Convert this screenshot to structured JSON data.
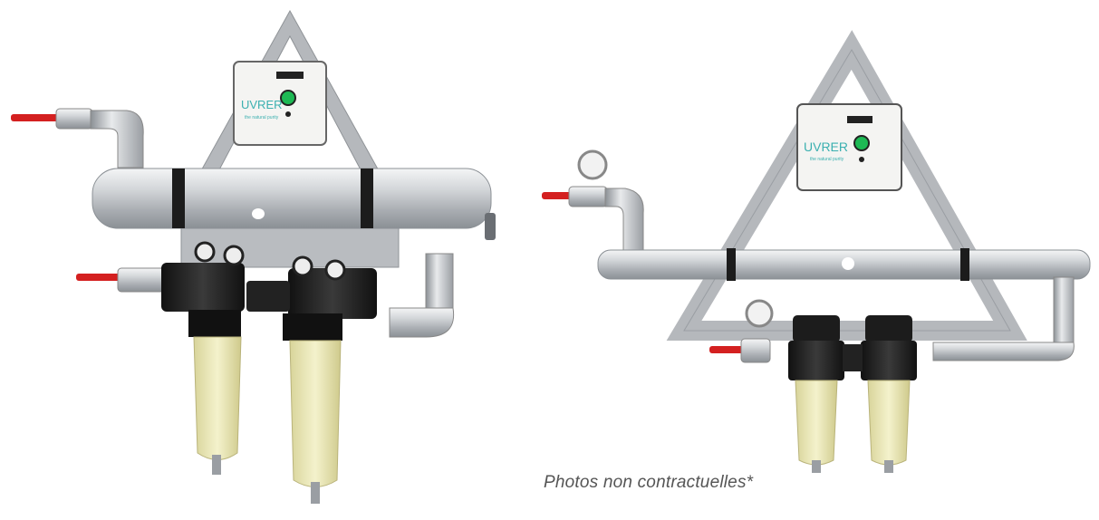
{
  "caption": "Photos non contractuelles*",
  "brand": {
    "logo_text": "UVRER",
    "tagline": "the natural purity"
  },
  "colors": {
    "steel": "#c9ccd0",
    "frame": "#b5b8bc",
    "filter_head": "#1c1c1c",
    "bowl": "#e6e3a8",
    "valve_handle": "#d42020",
    "status_light": "#1db954"
  }
}
